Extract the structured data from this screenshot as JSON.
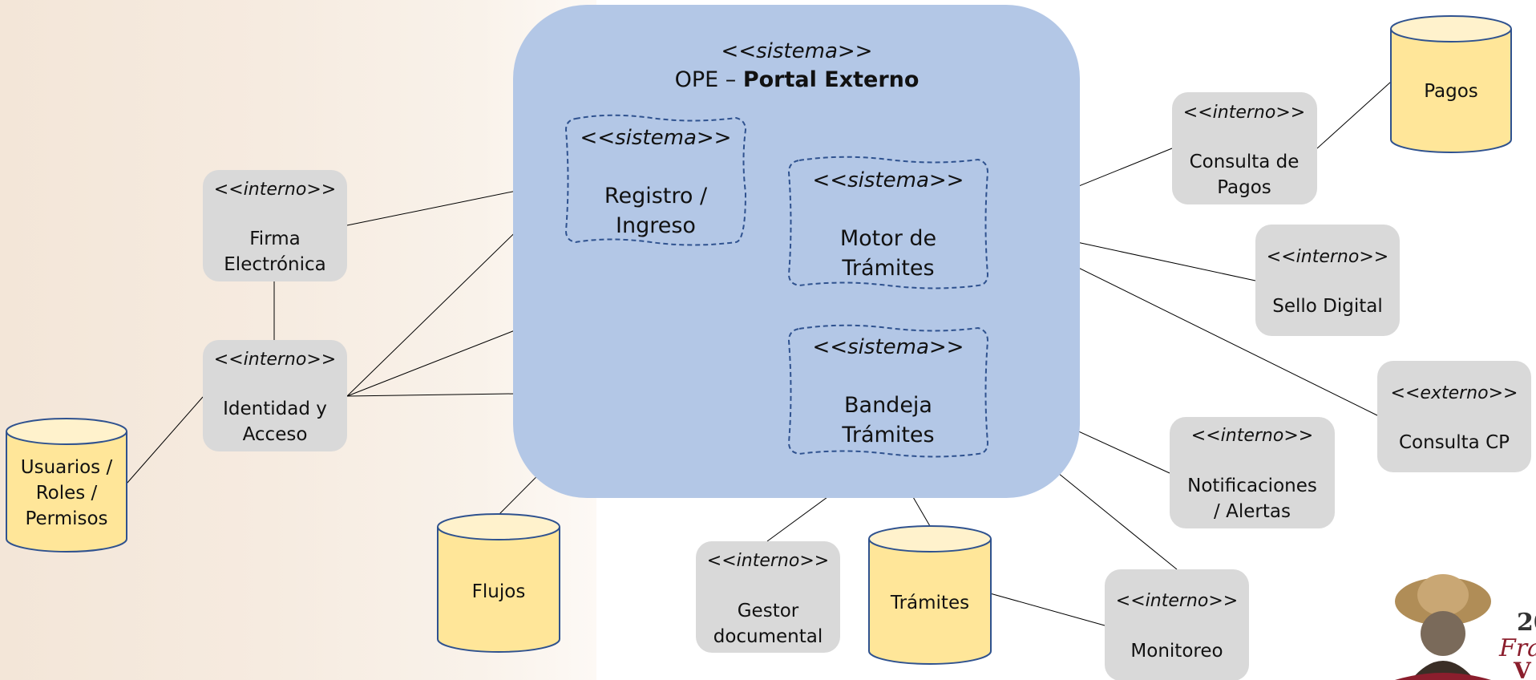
{
  "main_system": {
    "stereotype": "<<sistema>>",
    "name_prefix": "OPE – ",
    "name_bold": "Portal Externo"
  },
  "subsystems": {
    "registro": {
      "stereotype": "<<sistema>>",
      "line1": "Registro /",
      "line2": "Ingreso"
    },
    "motor": {
      "stereotype": "<<sistema>>",
      "line1": "Motor de",
      "line2": "Trámites"
    },
    "bandeja": {
      "stereotype": "<<sistema>>",
      "line1": "Bandeja",
      "line2": "Trámites"
    }
  },
  "components": {
    "firma": {
      "stereotype": "<<interno>>",
      "line1": "Firma",
      "line2": "Electrónica"
    },
    "identidad": {
      "stereotype": "<<interno>>",
      "line1": "Identidad y",
      "line2": "Acceso"
    },
    "consulta_pagos": {
      "stereotype": "<<interno>>",
      "line1": "Consulta de",
      "line2": "Pagos"
    },
    "sello": {
      "stereotype": "<<interno>>",
      "line1": "Sello Digital"
    },
    "consulta_cp": {
      "stereotype": "<<externo>>",
      "line1": "Consulta CP"
    },
    "notificaciones": {
      "stereotype": "<<interno>>",
      "line1": "Notificaciones",
      "line2": "/ Alertas"
    },
    "gestor": {
      "stereotype": "<<interno>>",
      "line1": "Gestor",
      "line2": "documental"
    },
    "monitoreo": {
      "stereotype": "<<interno>>",
      "line1": "Monitoreo"
    }
  },
  "databases": {
    "usuarios": {
      "line1": "Usuarios /",
      "line2": "Roles /",
      "line3": "Permisos"
    },
    "flujos": {
      "line1": "Flujos"
    },
    "tramites": {
      "line1": "Trámites"
    },
    "pagos": {
      "line1": "Pagos"
    }
  },
  "colors": {
    "system_fill": "#b3c7e6",
    "component_fill": "#d9d9d9",
    "database_fill": "#ffe699",
    "database_top": "#fff2cc",
    "database_stroke": "#2f528f",
    "dashed_stroke": "#2f528f",
    "connector": "#000000"
  },
  "logo": {
    "icon": "portrait-logo",
    "partial_text": "20"
  }
}
